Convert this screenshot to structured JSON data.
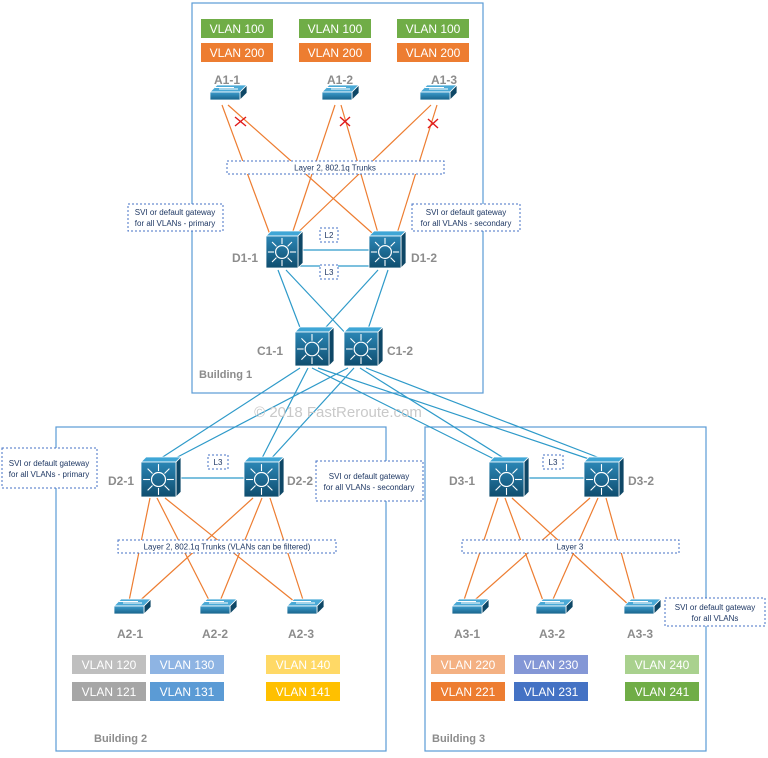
{
  "watermark": "© 2018 FastReroute.com",
  "buildings": {
    "b1": "Building 1",
    "b2": "Building 2",
    "b3": "Building 3"
  },
  "devices": {
    "a1_1": "A1-1",
    "a1_2": "A1-2",
    "a1_3": "A1-3",
    "d1_1": "D1-1",
    "d1_2": "D1-2",
    "c1_1": "C1-1",
    "c1_2": "C1-2",
    "d2_1": "D2-1",
    "d2_2": "D2-2",
    "d3_1": "D3-1",
    "d3_2": "D3-2",
    "a2_1": "A2-1",
    "a2_2": "A2-2",
    "a2_3": "A2-3",
    "a3_1": "A3-1",
    "a3_2": "A3-2",
    "a3_3": "A3-3"
  },
  "vlans": {
    "b1": [
      {
        "label": "VLAN 100",
        "color": "#70ad47"
      },
      {
        "label": "VLAN 100",
        "color": "#70ad47"
      },
      {
        "label": "VLAN 100",
        "color": "#70ad47"
      },
      {
        "label": "VLAN 200",
        "color": "#ed7d31"
      },
      {
        "label": "VLAN 200",
        "color": "#ed7d31"
      },
      {
        "label": "VLAN 200",
        "color": "#ed7d31"
      }
    ],
    "b2": [
      {
        "label": "VLAN 120",
        "color": "#bfbfbf"
      },
      {
        "label": "VLAN 130",
        "color": "#8eb4e3"
      },
      {
        "label": "VLAN 140",
        "color": "#ffd966"
      },
      {
        "label": "VLAN 121",
        "color": "#a6a6a6"
      },
      {
        "label": "VLAN 131",
        "color": "#5b9bd5"
      },
      {
        "label": "VLAN 141",
        "color": "#ffc000"
      }
    ],
    "b3": [
      {
        "label": "VLAN 220",
        "color": "#f4b183"
      },
      {
        "label": "VLAN 230",
        "color": "#8497d6"
      },
      {
        "label": "VLAN 240",
        "color": "#a9d18e"
      },
      {
        "label": "VLAN 221",
        "color": "#ed7d31"
      },
      {
        "label": "VLAN 231",
        "color": "#4472c4"
      },
      {
        "label": "VLAN 241",
        "color": "#70ad47"
      }
    ]
  },
  "notes": {
    "b1_trunks": "Layer 2, 802.1q Trunks",
    "d1_1_gw": [
      "SVI or default gateway",
      "for all VLANs - primary"
    ],
    "d1_2_gw": [
      "SVI or default gateway",
      "for all VLANs - secondary"
    ],
    "l2": "L2",
    "l3_b1": "L3",
    "d2_1_gw": [
      "SVI or default gateway",
      "for all VLANs - primary"
    ],
    "d2_2_gw": [
      "SVI or default gateway",
      "for all VLANs - secondary"
    ],
    "l3_b2": "L3",
    "b2_trunks": "Layer 2, 802.1q Trunks (VLANs can be filtered)",
    "l3_b3": "L3",
    "b3_layer": "Layer 3",
    "a3_3_gw": [
      "SVI or default gateway",
      "for all VLANs"
    ]
  },
  "colors": {
    "frame": "#5b9bd5",
    "blue_link": "#2e9ac9",
    "orange_link": "#ed7d31",
    "device_fill": "#1f6b8f",
    "blocked": "#e0191a",
    "note_border": "#4472c4"
  }
}
